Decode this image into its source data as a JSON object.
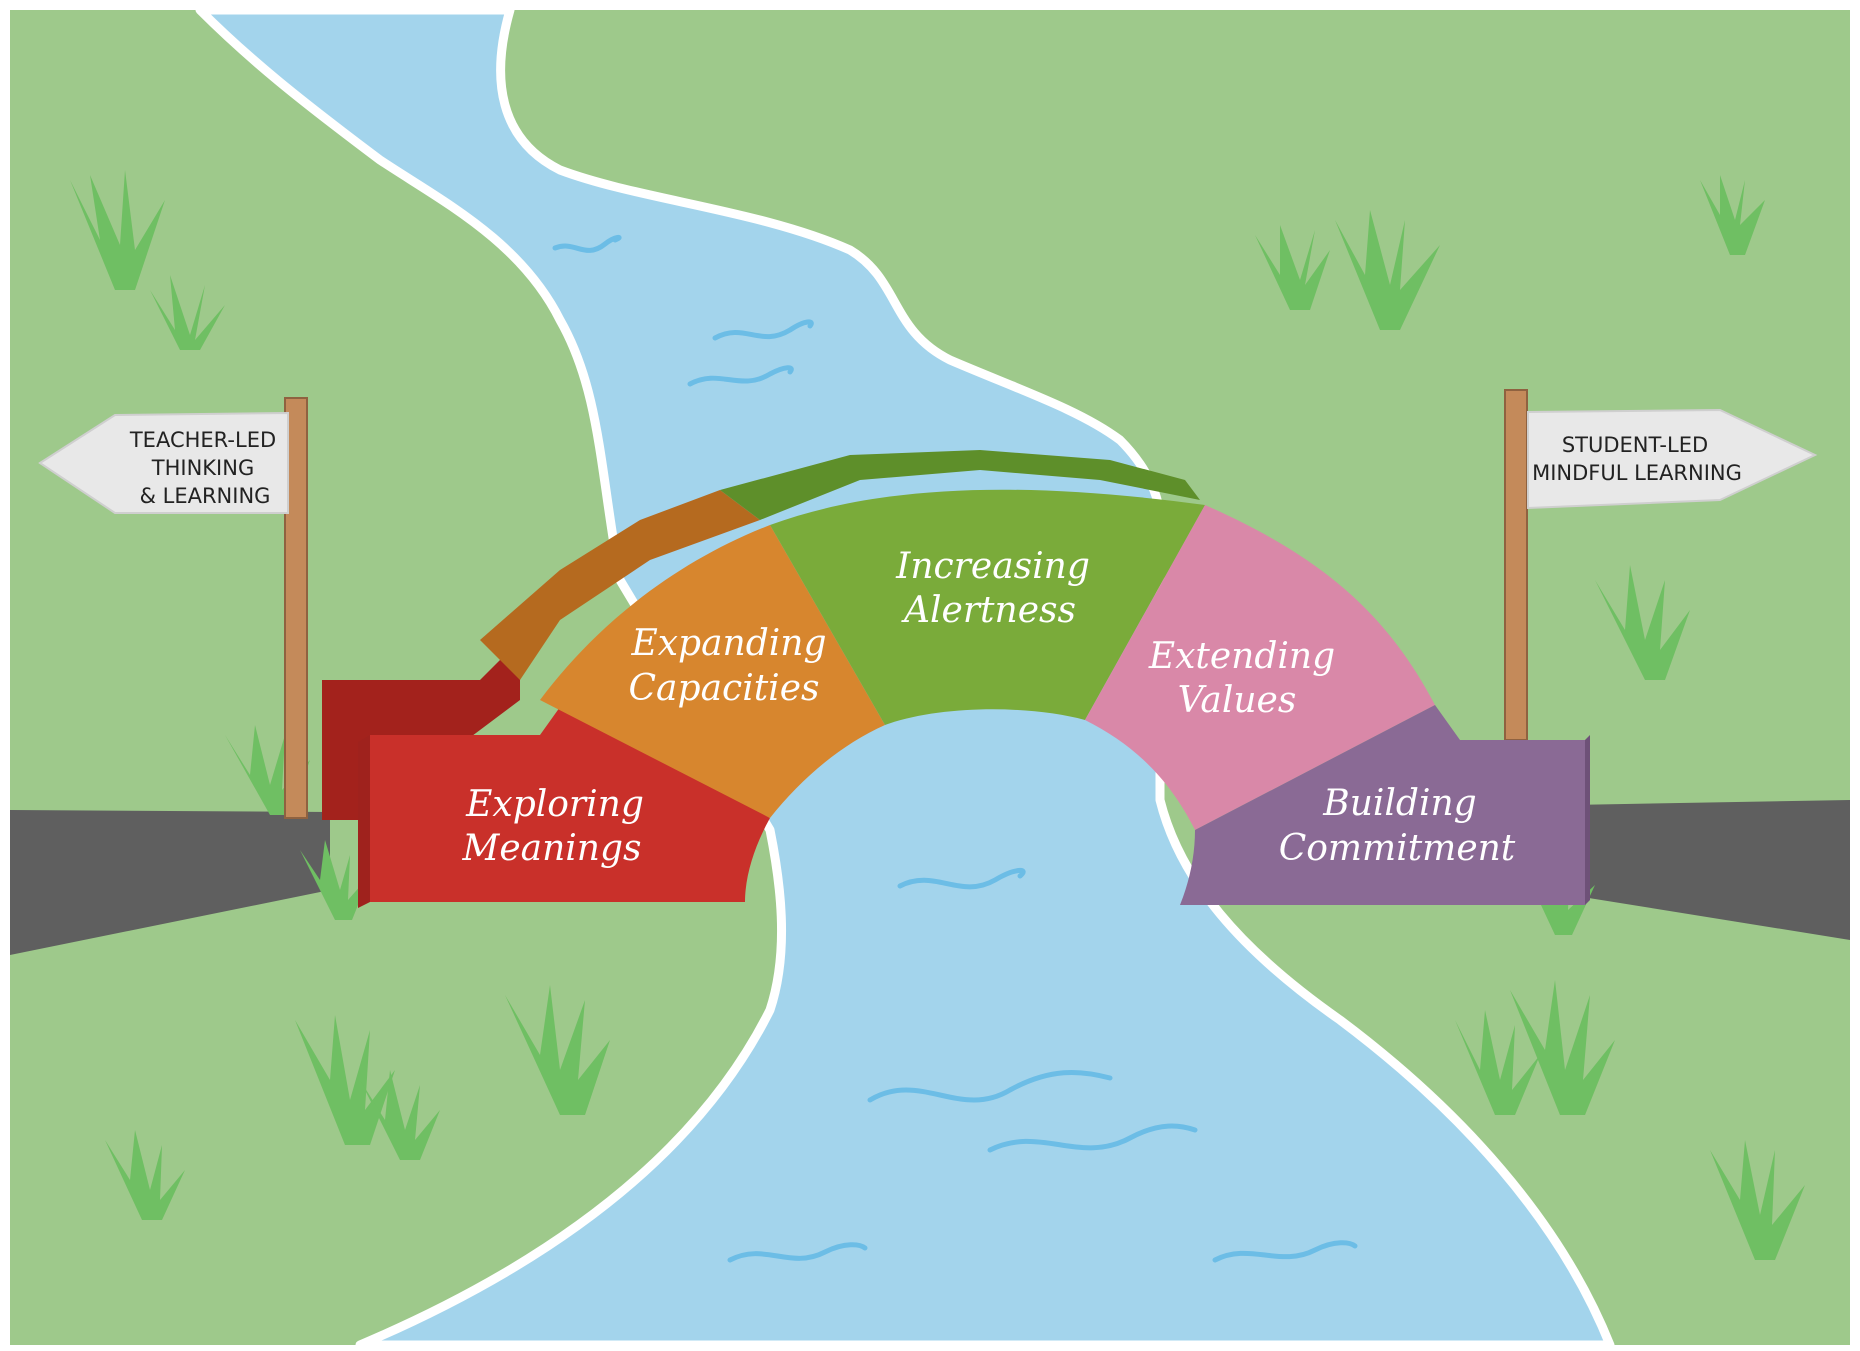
{
  "signs": {
    "left": {
      "lines": [
        "TEACHER-LED",
        "THINKING",
        "& LEARNING"
      ]
    },
    "right": {
      "lines": [
        "STUDENT-LED",
        "MINDFUL LEARNING"
      ]
    }
  },
  "bridge": {
    "segments": [
      {
        "lines": [
          "Exploring",
          "Meanings"
        ],
        "color": "#c9302a"
      },
      {
        "lines": [
          "Expanding",
          "Capacities"
        ],
        "color": "#d7862e"
      },
      {
        "lines": [
          "Increasing",
          "Alertness"
        ],
        "color": "#7aab3a"
      },
      {
        "lines": [
          "Extending",
          "Values"
        ],
        "color": "#d988a8"
      },
      {
        "lines": [
          "Building",
          "Commitment"
        ],
        "color": "#8a6a95"
      }
    ]
  },
  "colors": {
    "grass": "#9ec98b",
    "river": "#a3d4ec",
    "road": "#5f5f5f",
    "tuft": "#6fbf63",
    "post": "#c48a5a",
    "sign": "#e8e8e8"
  }
}
